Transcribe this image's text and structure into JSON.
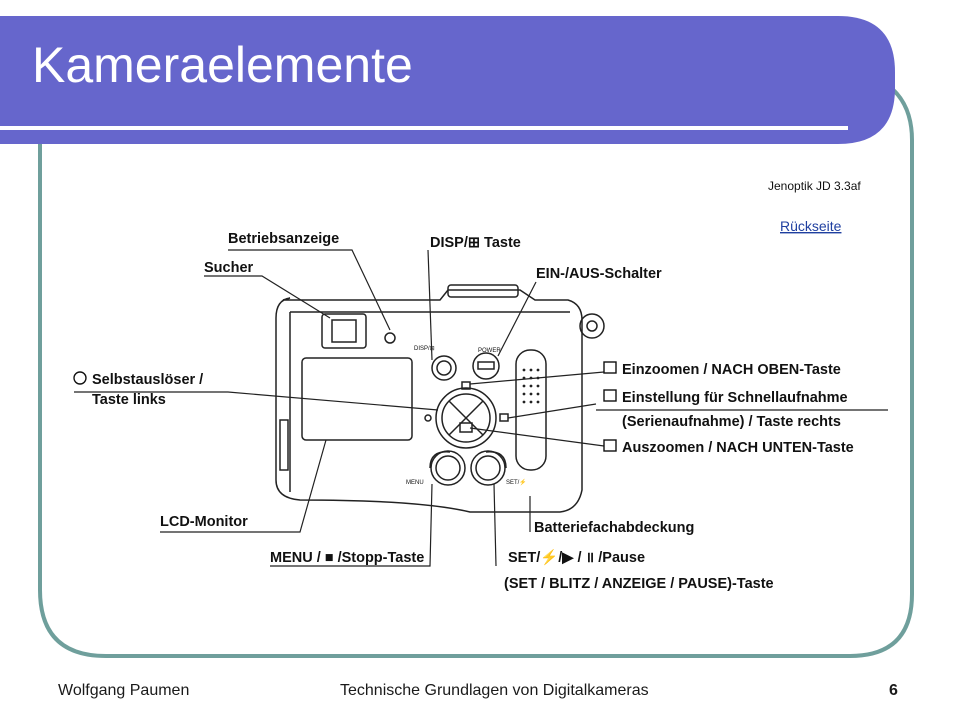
{
  "slide": {
    "title": "Kameraelemente",
    "accent_color": "#6666cc",
    "frame_color": "#6f9f9c"
  },
  "figure": {
    "model": "Jenoptik JD 3.3af",
    "view": "Rückseite",
    "labels": {
      "betriebsanzeige": "Betriebsanzeige",
      "sucher": "Sucher",
      "disp_taste": "DISP/⊞ Taste",
      "ein_aus": "EIN-/AUS-Schalter",
      "selbstausloeser_1": "Selbstauslöser /",
      "selbstausloeser_2": "Taste links",
      "einzoomen": "Einzoomen / NACH OBEN-Taste",
      "schnellaufnahme_1": "Einstellung für Schnellaufnahme",
      "schnellaufnahme_2": "(Serienaufnahme) / Taste rechts",
      "auszoomen": "Auszoomen / NACH UNTEN-Taste",
      "lcd": "LCD-Monitor",
      "batterie": "Batteriefachabdeckung",
      "menu_stopp": "MENU / ■ /Stopp-Taste",
      "set_pause": "SET/⚡/▶ / ॥ /Pause",
      "set_full": "(SET / BLITZ / ANZEIGE / PAUSE)-Taste"
    },
    "camera_text": {
      "disp": "DISP/⊞",
      "power": "POWER",
      "menu": "MENU",
      "set": "SET/⚡"
    }
  },
  "footer": {
    "author": "Wolfgang Paumen",
    "course": "Technische Grundlagen von Digitalkameras",
    "page": "6"
  }
}
